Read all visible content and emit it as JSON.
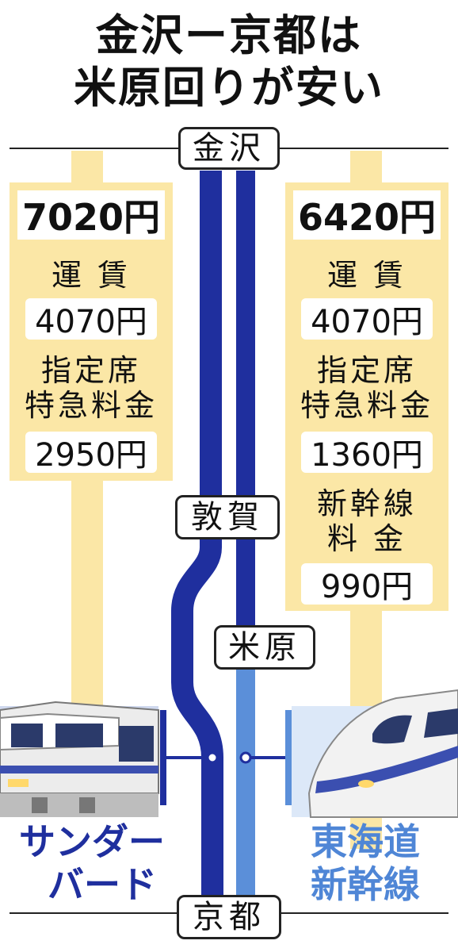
{
  "title": {
    "line1": "金沢ー京都は",
    "line2": "米原回りが安い"
  },
  "stations": {
    "start": "金沢",
    "tsuruga": "敦賀",
    "maibara": "米原",
    "end": "京都"
  },
  "routes": {
    "thunderbird": {
      "name_line1": "サンダー",
      "name_line2": "バード",
      "total": "7020円",
      "fare_label": "運 賃",
      "fare": "4070円",
      "express_label_line1": "指定席",
      "express_label_line2": "特急料金",
      "express": "2950円",
      "color": "#1f2f9e"
    },
    "tokaido": {
      "name_line1": "東海道",
      "name_line2": "新幹線",
      "total": "6420円",
      "fare_label": "運 賃",
      "fare": "4070円",
      "express_label_line1": "指定席",
      "express_label_line2": "特急料金",
      "express": "1360円",
      "shinkansen_label_line1": "新幹線",
      "shinkansen_label_line2": "料 金",
      "shinkansen": "990円",
      "color": "#5b8fd9"
    }
  },
  "colors": {
    "band": "#fbe7a6",
    "line_dark": "#1f2f9e",
    "line_light": "#5b8fd9"
  },
  "icons": {
    "left": "limited-express-train-icon",
    "right": "shinkansen-train-icon"
  }
}
